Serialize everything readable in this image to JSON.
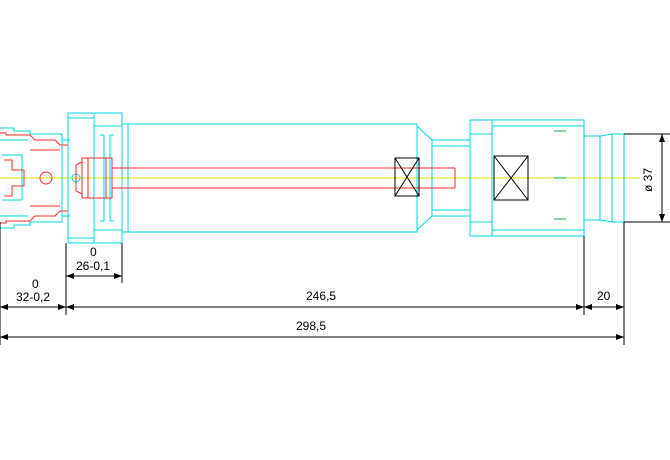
{
  "drawing": {
    "colors": {
      "outline": "#00d8e0",
      "inner_part": "#ff2a2a",
      "center_axis": "#e8e000",
      "dimension": "#000000",
      "marks": "#30c060",
      "background": "#ffffff"
    },
    "dimensions": {
      "flange_tol_upper": "0",
      "flange_length": "26-0,1",
      "shank_tol_upper": "0",
      "shank_length": "32-0,2",
      "body_length": "246,5",
      "tip_length": "20",
      "total_length": "298,5",
      "diameter": "ø 37"
    }
  }
}
